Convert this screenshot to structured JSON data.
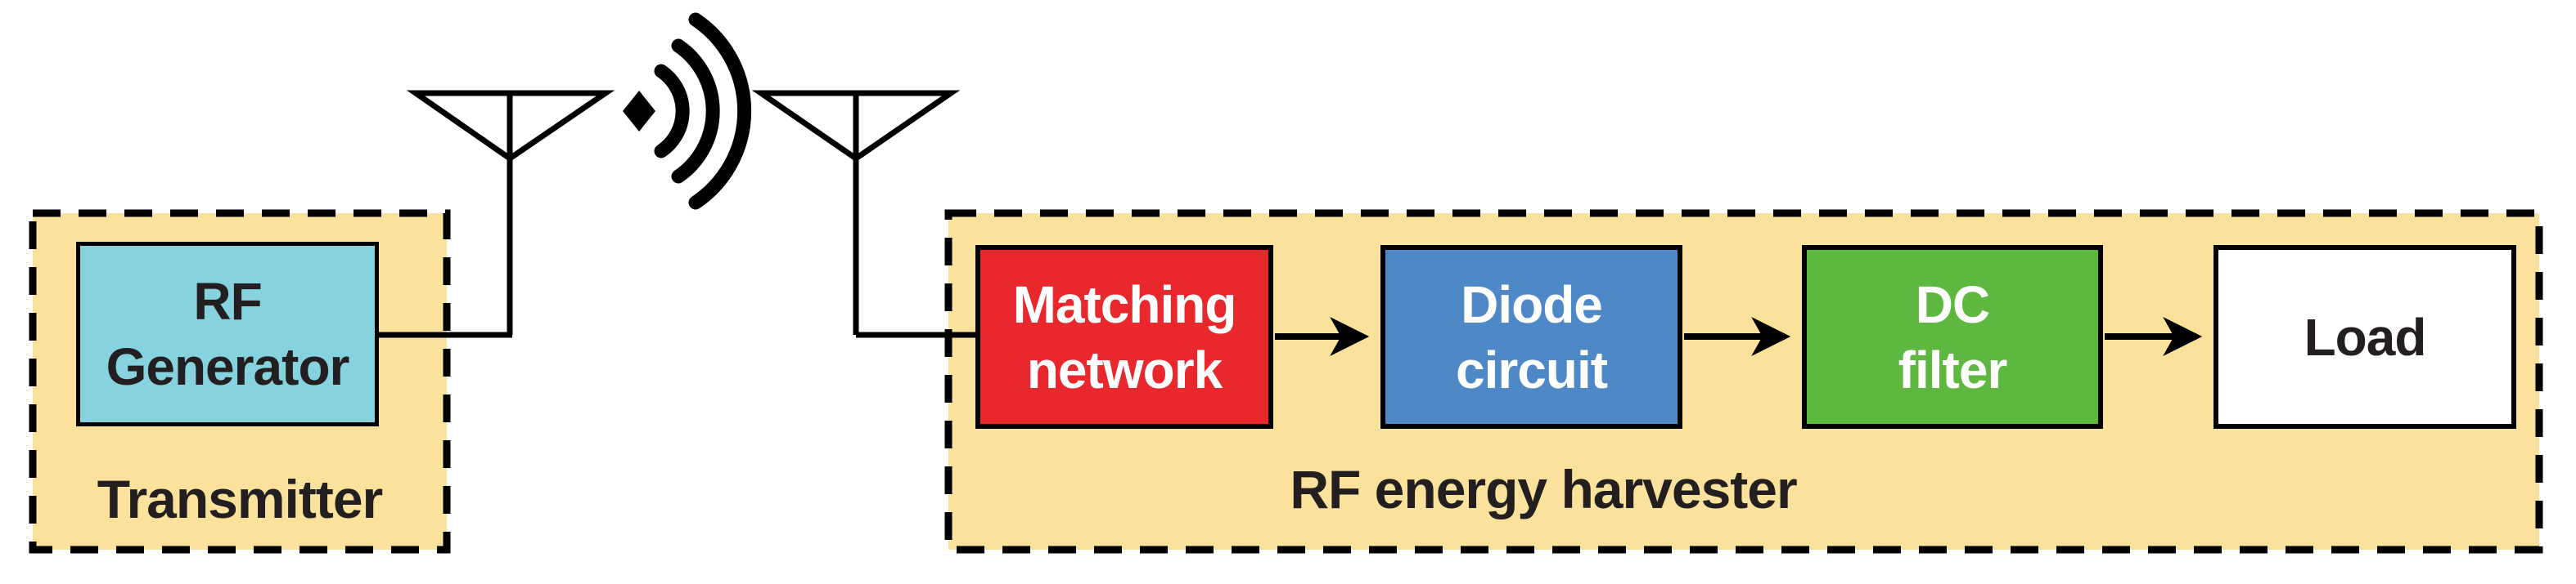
{
  "diagram": {
    "background": "#FFFFFF",
    "colors": {
      "panel_fill": "#FAE19C",
      "panel_border": "#000000",
      "line": "#000000",
      "label_text": "#231F20",
      "cyan_block": "#86D2DE",
      "white": "#FFFFFF"
    },
    "transmitter": {
      "label": "Transmitter",
      "rf_generator": {
        "lines": [
          "RF",
          "Generator"
        ]
      }
    },
    "link": {
      "left_antenna": "antenna-icon",
      "waves": "rf-wave-icon",
      "right_antenna": "antenna-icon"
    },
    "harvester": {
      "label": "RF energy harvester",
      "blocks": [
        {
          "id": "matching-network",
          "lines": [
            "Matching",
            "network"
          ],
          "bg": "#E8282D",
          "fg": "#FFFFFF"
        },
        {
          "id": "diode-circuit",
          "lines": [
            "Diode",
            "circuit"
          ],
          "bg": "#4E88C7",
          "fg": "#FFFFFF"
        },
        {
          "id": "dc-filter",
          "lines": [
            "DC",
            "filter"
          ],
          "bg": "#5EB73F",
          "fg": "#FFFFFF"
        },
        {
          "id": "load",
          "lines": [
            "Load"
          ],
          "bg": "#FFFFFF",
          "fg": "#231F20"
        }
      ]
    }
  }
}
